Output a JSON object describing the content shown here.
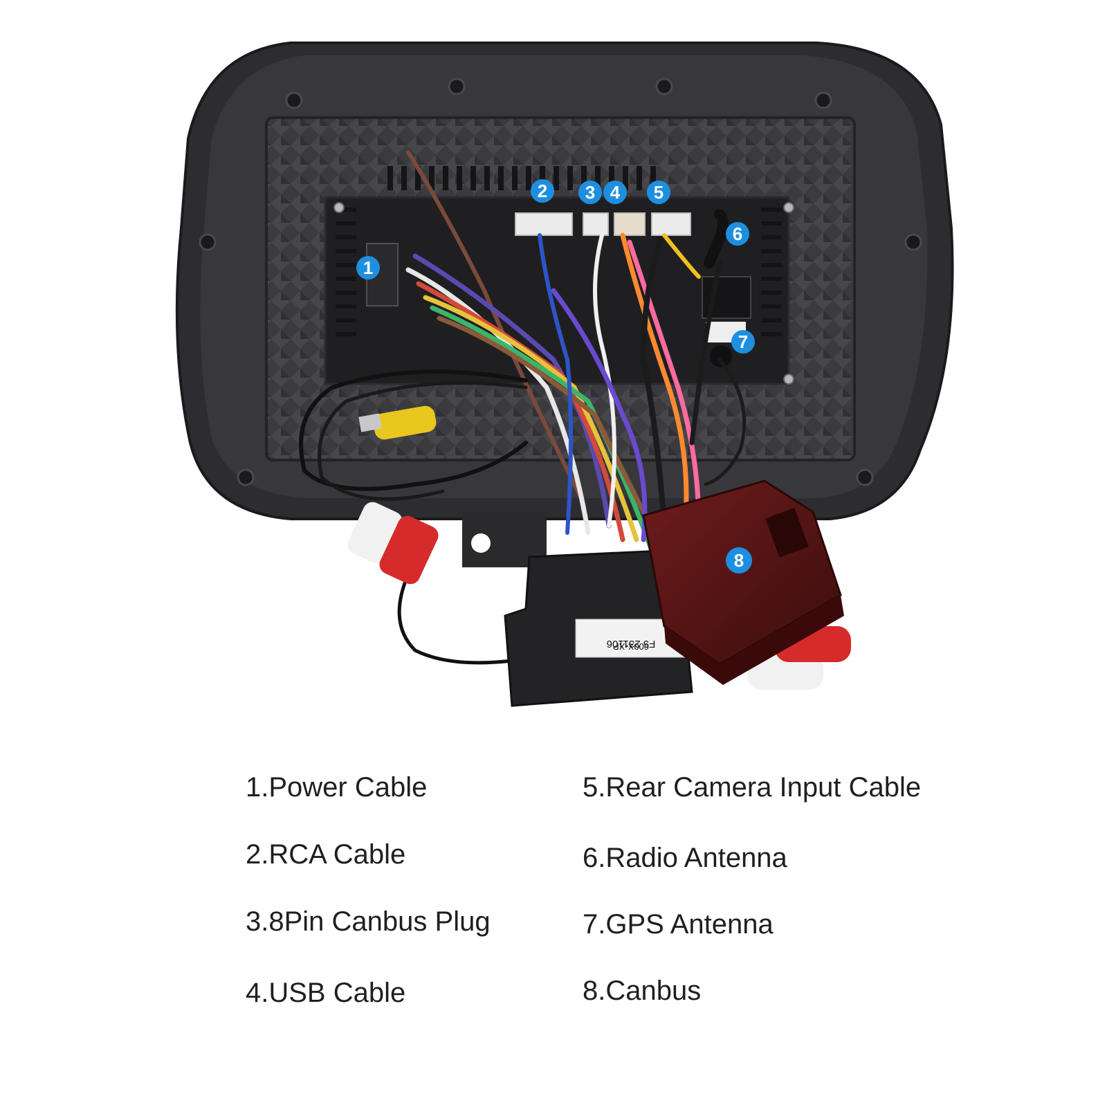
{
  "photo": {
    "subject": "car stereo head unit rear with wiring harness and canbus box",
    "colors": {
      "bezel": "#2b2b2e",
      "carbon_panel": "#3a3a3d",
      "marker": "#1e8fe0",
      "canbus_box": "#5a1414",
      "plug": "#222224"
    },
    "plug_label_line1": "F5  231106",
    "plug_label_line2": "600X-XP"
  },
  "markers": [
    "1",
    "2",
    "3",
    "4",
    "5",
    "6",
    "7",
    "8"
  ],
  "legend": {
    "items": [
      "1.Power Cable",
      "2.RCA Cable",
      "3.8Pin Canbus Plug",
      "4.USB Cable",
      "5.Rear Camera Input Cable",
      "6.Radio Antenna",
      "7.GPS Antenna",
      "8.Canbus"
    ]
  }
}
